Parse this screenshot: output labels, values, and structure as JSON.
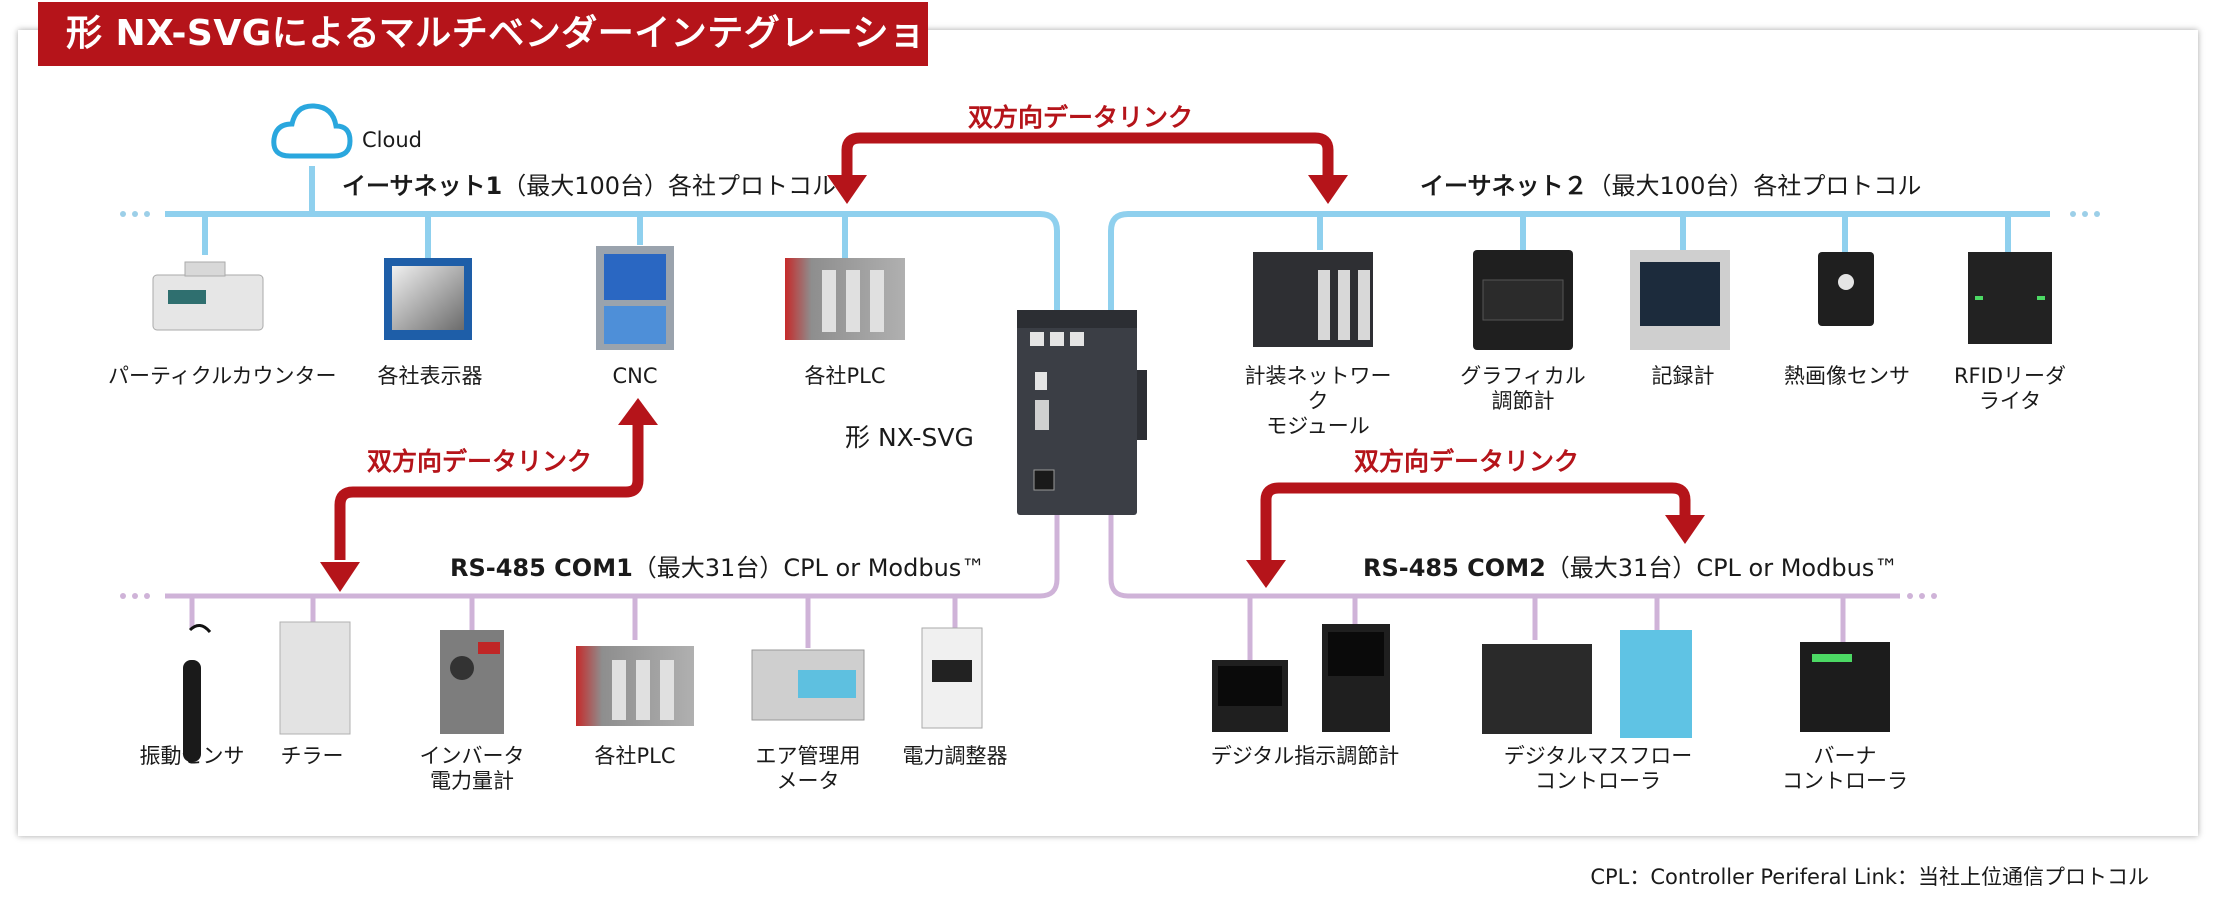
{
  "title": "形 NX-SVGによるマルチベンダーインテグレーション",
  "cloud_label": "Cloud",
  "center_device_label": "形 NX-SVG",
  "datalink_label": "双方向データリンク",
  "buses": {
    "eth1": {
      "name": "イーサネット1",
      "detail": "（最大100台）各社プロトコル"
    },
    "eth2": {
      "name": "イーサネット２",
      "detail": "（最大100台）各社プロトコル"
    },
    "com1": {
      "name": "RS-485 COM1",
      "detail": "（最大31台）CPL or Modbus™"
    },
    "com2": {
      "name": "RS-485 COM2",
      "detail": "（最大31台）CPL or Modbus™"
    }
  },
  "devices": {
    "eth1": [
      "パーティクルカウンター",
      "各社表示器",
      "CNC",
      "各社PLC"
    ],
    "eth2": [
      "計装ネットワーク\nモジュール",
      "グラフィカル\n調節計",
      "記録計",
      "熱画像センサ",
      "RFIDリーダ\nライタ"
    ],
    "com1": [
      "振動センサ",
      "チラー",
      "インバータ\n電力量計",
      "各社PLC",
      "エア管理用\nメータ",
      "電力調整器"
    ],
    "com2": [
      "デジタル指示調節計",
      "デジタルマスフロー\nコントローラ",
      "バーナ\nコントローラ"
    ]
  },
  "footnote": "CPL：Controller Periferal Link：当社上位通信プロトコル",
  "colors": {
    "accent_red": "#b5141a",
    "ethernet_line": "#8fd0ee",
    "rs485_line": "#cfb3d8",
    "dots": "#9ccfe8"
  }
}
